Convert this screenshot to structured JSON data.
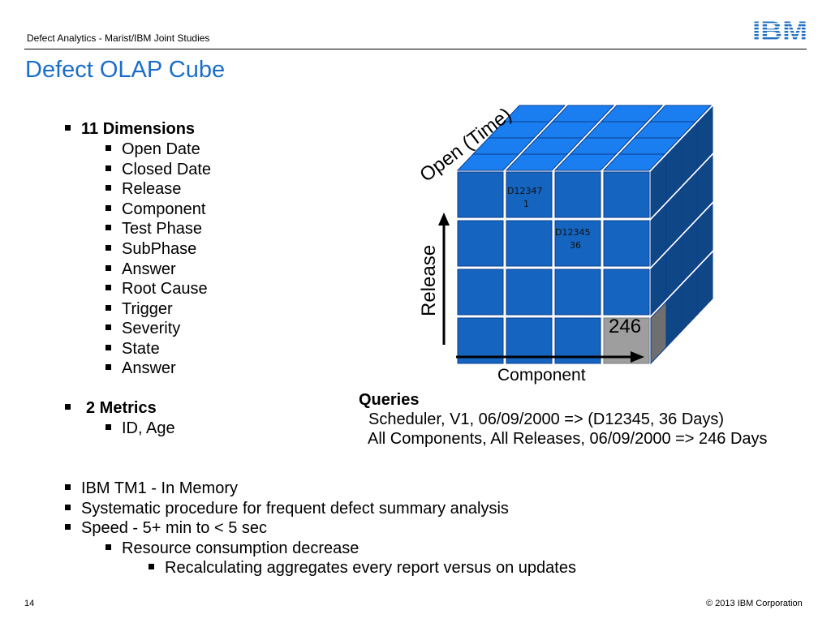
{
  "header": {
    "text": "Defect Analytics - Marist/IBM Joint Studies",
    "logo_text": "IBM"
  },
  "title": "Defect OLAP Cube",
  "dimensions": {
    "heading": "11 Dimensions",
    "items": [
      "Open Date",
      "Closed Date",
      "Release",
      "Component",
      "Test Phase",
      "SubPhase",
      "Answer",
      "Root Cause",
      "Trigger",
      "Severity",
      "State",
      "Answer"
    ]
  },
  "metrics": {
    "heading": "2 Metrics",
    "items": [
      "ID, Age"
    ]
  },
  "bottom_bullets": {
    "item1": "IBM TM1 - In Memory",
    "item2": "Systematic procedure for frequent defect summary analysis",
    "item3": "Speed - 5+ min to < 5 sec",
    "sub1": "Resource consumption decrease",
    "subsub1": "Recalculating aggregates every report versus on updates"
  },
  "cube": {
    "axis_open": "Open (Time)",
    "axis_release": "Release",
    "axis_component": "Component",
    "cell1_line1": "D12347",
    "cell1_line2": "1",
    "cell2_line1": "D12345",
    "cell2_line2": "36",
    "total": "246",
    "face_color": "#1565c0",
    "highlight_color": "#9e9e9e"
  },
  "queries": {
    "heading": "Queries",
    "line1": "Scheduler, V1, 06/09/2000 => (D12345, 36 Days)",
    "line2": "All Components, All Releases, 06/09/2000 => 246 Days"
  },
  "footer": {
    "page": "14",
    "copyright": "© 2013 IBM Corporation"
  }
}
